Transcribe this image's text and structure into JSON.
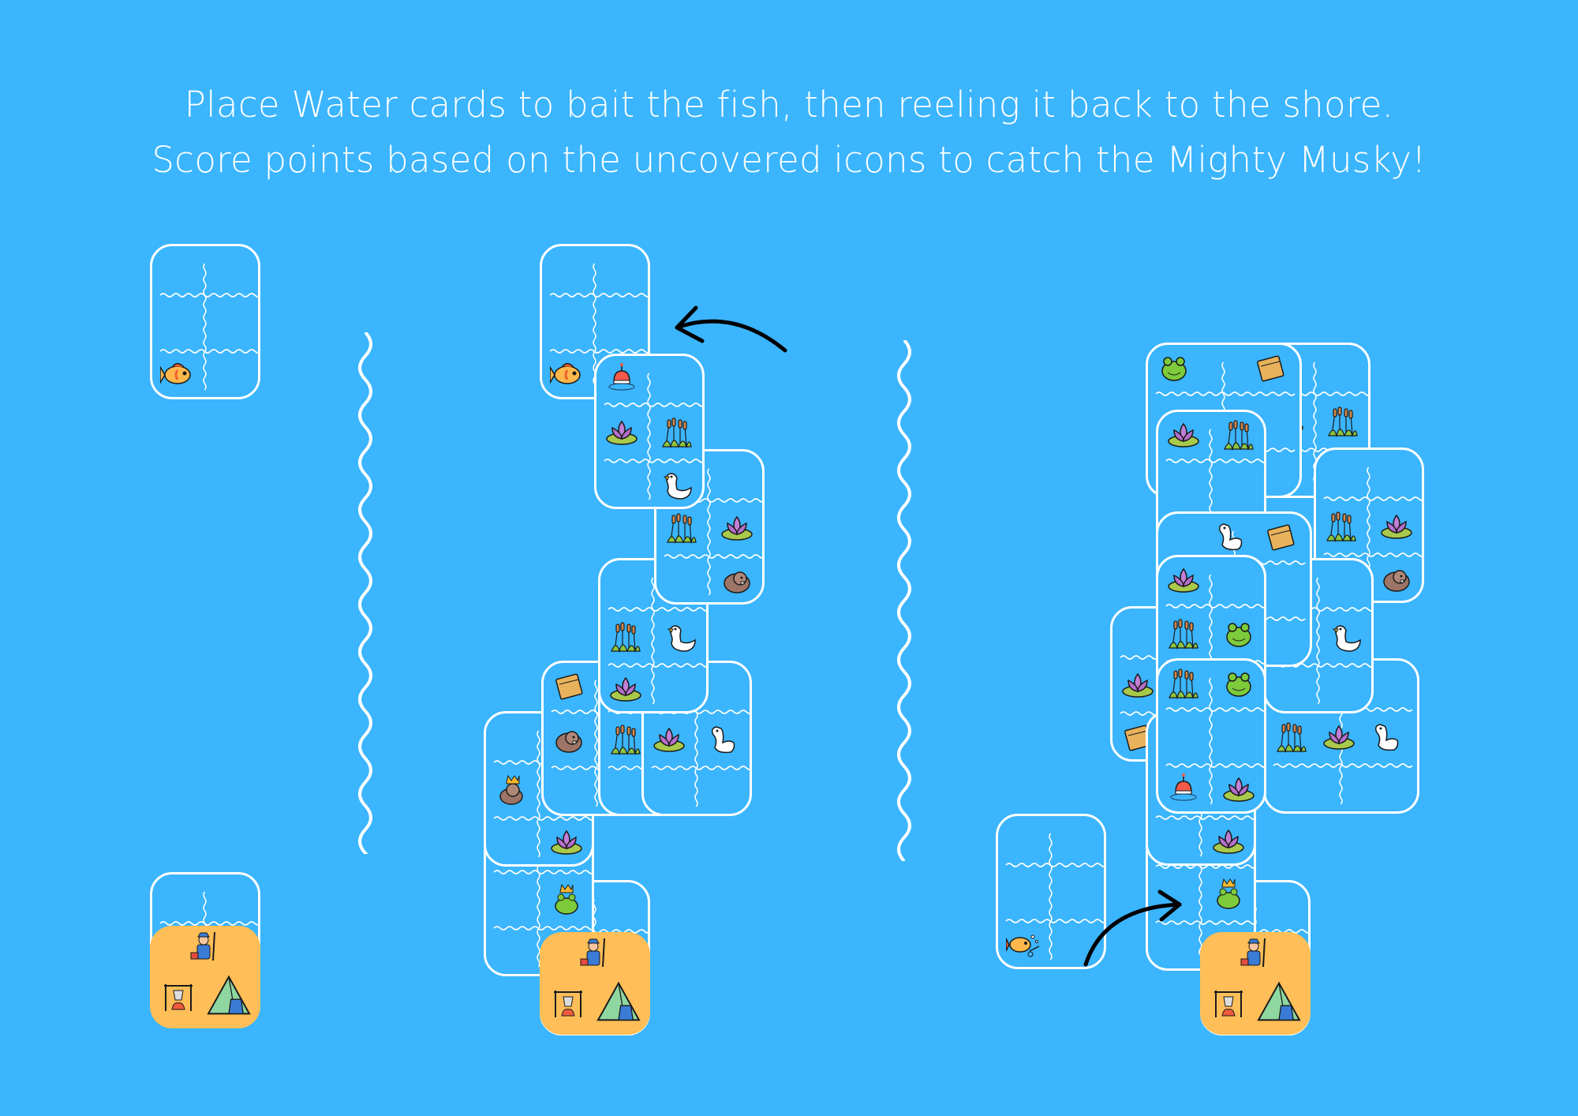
{
  "instructions": {
    "line1": "Place Water cards to bait the fish, then reeling it back to the shore.",
    "line2": "Score points based on the uncovered icons to catch the Mighty Musky!"
  },
  "colors": {
    "background": "#3BB5FD",
    "card_border": "#FFFFFF",
    "shore": "#FFBE57",
    "arrow": "#000000"
  },
  "shore_icons": [
    "fisherman",
    "campfire",
    "tent"
  ],
  "panels": [
    {
      "name": "start",
      "cards": [
        {
          "icons": [
            {
              "slot": "bl",
              "icon": "fish"
            }
          ]
        }
      ]
    },
    {
      "name": "baiting",
      "cards": [
        {
          "icons": [
            {
              "slot": "bl",
              "icon": "fish"
            }
          ]
        },
        {
          "icons": []
        },
        {
          "icons": [
            {
              "slot": "mr",
              "icon": "frog-king"
            }
          ]
        },
        {
          "icons": [
            {
              "slot": "ml",
              "icon": "beaver-king"
            },
            {
              "slot": "br",
              "icon": "lily"
            }
          ]
        },
        {
          "icons": [
            {
              "slot": "tl",
              "icon": "treasure-box"
            },
            {
              "slot": "ml",
              "icon": "beaver"
            }
          ]
        },
        {
          "icons": [
            {
              "slot": "ml",
              "icon": "reeds"
            }
          ]
        },
        {
          "icons": [
            {
              "slot": "ml",
              "icon": "lily"
            },
            {
              "slot": "mr",
              "icon": "goose"
            }
          ]
        },
        {
          "icons": [
            {
              "slot": "ml",
              "icon": "reeds"
            },
            {
              "slot": "mr",
              "icon": "duck"
            },
            {
              "slot": "bl",
              "icon": "lily"
            }
          ]
        },
        {
          "icons": [
            {
              "slot": "ml",
              "icon": "reeds"
            },
            {
              "slot": "mr",
              "icon": "lily"
            },
            {
              "slot": "br",
              "icon": "beaver"
            }
          ]
        },
        {
          "icons": [
            {
              "slot": "tl",
              "icon": "bobber"
            },
            {
              "slot": "ml",
              "icon": "lily"
            },
            {
              "slot": "mr",
              "icon": "reeds"
            },
            {
              "slot": "br",
              "icon": "duck"
            }
          ]
        }
      ]
    },
    {
      "name": "reeling",
      "cards": [
        {
          "icons": [
            {
              "slot": "ml",
              "icon": "lily"
            },
            {
              "slot": "mr",
              "icon": "reeds"
            },
            {
              "slot": "br",
              "icon": "duck"
            }
          ]
        },
        {
          "icons": [
            {
              "slot": "tl",
              "icon": "frog"
            },
            {
              "slot": "tr",
              "icon": "treasure-box"
            }
          ]
        },
        {
          "icons": [
            {
              "slot": "ml",
              "icon": "reeds"
            },
            {
              "slot": "mr",
              "icon": "lily"
            },
            {
              "slot": "br",
              "icon": "beaver"
            }
          ]
        },
        {
          "icons": [
            {
              "slot": "ml",
              "icon": "lily"
            },
            {
              "slot": "bl",
              "icon": "treasure-box"
            }
          ]
        },
        {
          "icons": []
        },
        {
          "icons": [
            {
              "slot": "mr",
              "icon": "frog-king"
            }
          ]
        },
        {
          "icons": [
            {
              "slot": "br",
              "icon": "lily"
            }
          ]
        },
        {
          "icons": [
            {
              "slot": "ml",
              "icon": "reeds"
            },
            {
              "slot": "mc",
              "icon": "lily"
            },
            {
              "slot": "mr",
              "icon": "goose"
            }
          ]
        },
        {
          "icons": [
            {
              "slot": "ml",
              "icon": "reeds"
            },
            {
              "slot": "mr",
              "icon": "duck"
            }
          ]
        },
        {
          "icons": [
            {
              "slot": "tl",
              "icon": "lily"
            },
            {
              "slot": "tr",
              "icon": "reeds"
            }
          ]
        },
        {
          "icons": [
            {
              "slot": "tc",
              "icon": "goose"
            },
            {
              "slot": "tr",
              "icon": "treasure-box"
            }
          ]
        },
        {
          "icons": [
            {
              "slot": "tl",
              "icon": "lily"
            },
            {
              "slot": "ml",
              "icon": "reeds"
            },
            {
              "slot": "mr",
              "icon": "frog"
            }
          ]
        },
        {
          "icons": [
            {
              "slot": "tl",
              "icon": "reeds"
            },
            {
              "slot": "tr",
              "icon": "frog"
            },
            {
              "slot": "bl",
              "icon": "bobber"
            },
            {
              "slot": "br",
              "icon": "lily"
            }
          ]
        },
        {
          "icons": [
            {
              "slot": "bl",
              "icon": "fish-caught"
            }
          ]
        }
      ]
    }
  ]
}
